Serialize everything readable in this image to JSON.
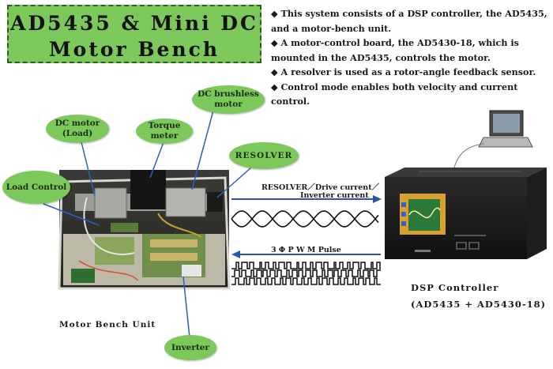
{
  "title": {
    "line1": "AD5435 & Mini DC",
    "line2": "Motor Bench"
  },
  "bullets": [
    "◆ This system consists of a DSP controller, the AD5435,",
    "and a motor-bench unit.",
    "◆ A motor-control board, the AD5430-18, which is",
    "mounted in the AD5435, controls the motor.",
    "◆ A resolver is used as a rotor-angle feedback sensor.",
    "◆ Control mode enables both velocity and current",
    "control."
  ],
  "labels": {
    "dc_motor_load": [
      "DC motor",
      "(Load)"
    ],
    "torque_meter": [
      "Torque",
      "meter"
    ],
    "dc_brushless_motor": [
      "DC brushless",
      "motor"
    ],
    "resolver": "RESOLVER",
    "load_control": "Load Control",
    "inverter": "Inverter"
  },
  "signals": {
    "feedback_line1": "RESOLVER／Drive current／",
    "feedback_line2": "Inverter current",
    "pwm": "3 Φ P W M  Pulse"
  },
  "captions": {
    "motor_bench": "Motor Bench Unit",
    "dsp_line1": "DSP Controller",
    "dsp_line2": "(AD5435 + AD5430-18)"
  }
}
